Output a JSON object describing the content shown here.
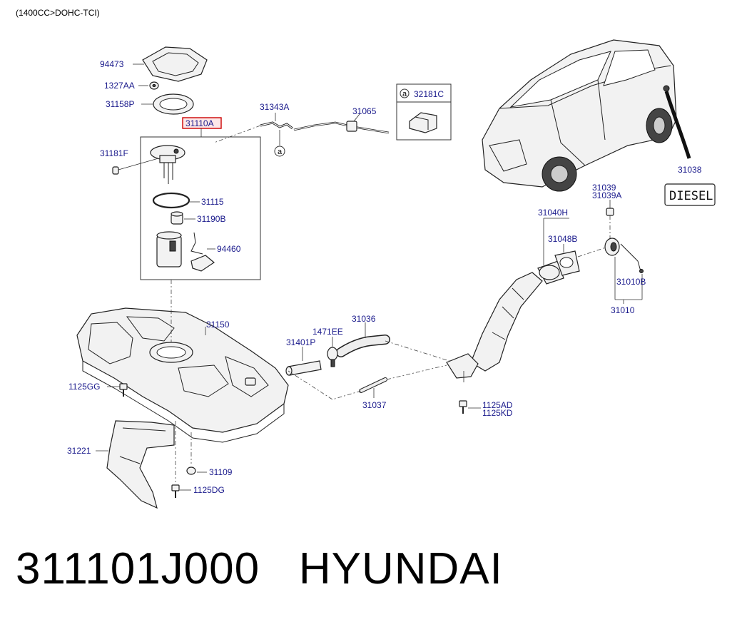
{
  "header": {
    "engine_spec": "(1400CC>DOHC-TCI)"
  },
  "caption": {
    "part_number": "311101J000",
    "brand": "HYUNDAI"
  },
  "callout": {
    "letter": "a",
    "inset_part": "32181C"
  },
  "badge": {
    "text": "DIESEL"
  },
  "parts": {
    "p94473": "94473",
    "p1327AA": "1327AA",
    "p31158P": "31158P",
    "p31110A": "31110A",
    "p31181F": "31181F",
    "p31115": "31115",
    "p31190B": "31190B",
    "p94460": "94460",
    "p31343A": "31343A",
    "p31065": "31065",
    "p31038": "31038",
    "p31039": "31039",
    "p31039A": "31039A",
    "p31040H": "31040H",
    "p31048B": "31048B",
    "p31010B": "31010B",
    "p31010": "31010",
    "p31150": "31150",
    "p31036": "31036",
    "p1471EE": "1471EE",
    "p31401P": "31401P",
    "p31037": "31037",
    "p1125AD": "1125AD",
    "p1125KD": "1125KD",
    "p1125GG": "1125GG",
    "p31221": "31221",
    "p31109": "31109",
    "p1125DG": "1125DG"
  },
  "colors": {
    "label": "#1a1a8c",
    "highlight": "#cc0000",
    "highlight_fill": "#fde8e8"
  }
}
